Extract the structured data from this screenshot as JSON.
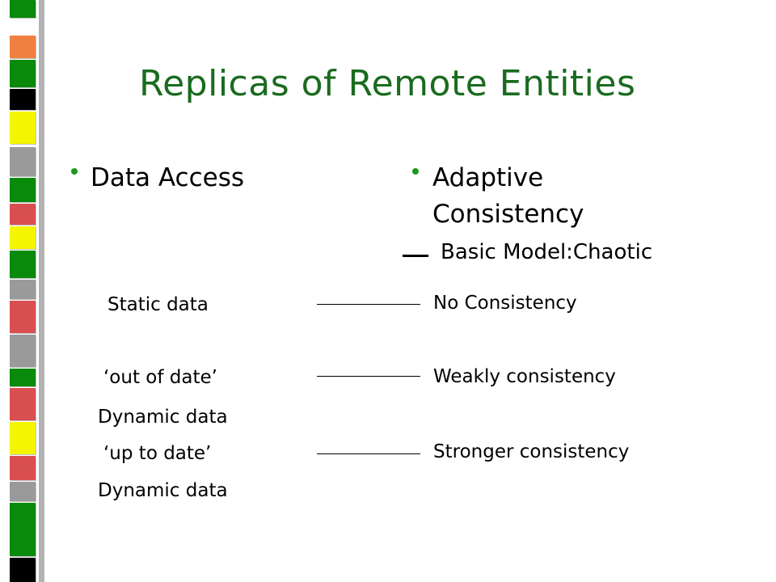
{
  "slide": {
    "title": "Replicas of Remote Entities",
    "left_bullet": "Data Access",
    "right_bullet_line1": "Adaptive",
    "right_bullet_line2": "Consistency",
    "sub_bullet": "Basic Model:Chaotic"
  },
  "data_types": [
    "Static data",
    "‘out of date’",
    "Dynamic data",
    "‘up to date’",
    "Dynamic data"
  ],
  "consistency_levels": [
    "No Consistency",
    "Weakly consistency",
    "Stronger consistency"
  ],
  "colors": {
    "title": "#1a6b1f",
    "bullet": "#1a9a1a",
    "strip_green": "#0a8a0a",
    "strip_yellow": "#f5f500",
    "strip_red": "#d94f4f",
    "strip_orange": "#f08040",
    "strip_gray": "#9a9a9a",
    "strip_black": "#000000"
  }
}
